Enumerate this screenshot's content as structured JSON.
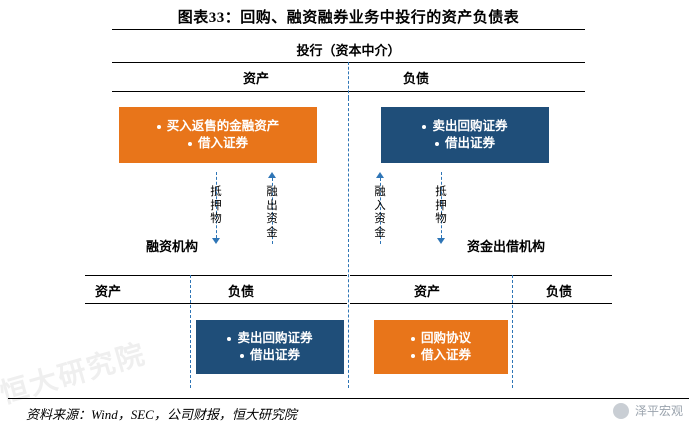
{
  "title": "图表33：回购、融资融券业务中投行的资产负债表",
  "diagram": {
    "main_heading": "投行（资本中介）",
    "top_columns": [
      {
        "label": "资产"
      },
      {
        "label": "负债"
      }
    ],
    "top_boxes": [
      {
        "color": "#E8751A",
        "lines": [
          "买入返售的金融资产",
          "借入证券"
        ]
      },
      {
        "color": "#1F4E79",
        "lines": [
          "卖出回购证券",
          "借出证券"
        ]
      }
    ],
    "flow_labels": [
      {
        "text": "抵押物",
        "direction": "down"
      },
      {
        "text": "融出资金",
        "direction": "up"
      },
      {
        "text": "融入资金",
        "direction": "down"
      },
      {
        "text": "抵押物",
        "direction": "up"
      }
    ],
    "party_left": "融资机构",
    "party_right": "资金出借机构",
    "bottom_columns": [
      {
        "label": "资产"
      },
      {
        "label": "负债"
      },
      {
        "label": "资产"
      },
      {
        "label": "负债"
      }
    ],
    "bottom_boxes": [
      {
        "color": "#1F4E79",
        "lines": [
          "卖出回购证券",
          "借出证券"
        ]
      },
      {
        "color": "#E8751A",
        "lines": [
          "回购协议",
          "借入证券"
        ]
      }
    ]
  },
  "footer": {
    "source": "资料来源：Wind，SEC，公司财报，恒大研究院",
    "watermark": "泽平宏观",
    "watermark_ghost": "恒大研究院"
  }
}
